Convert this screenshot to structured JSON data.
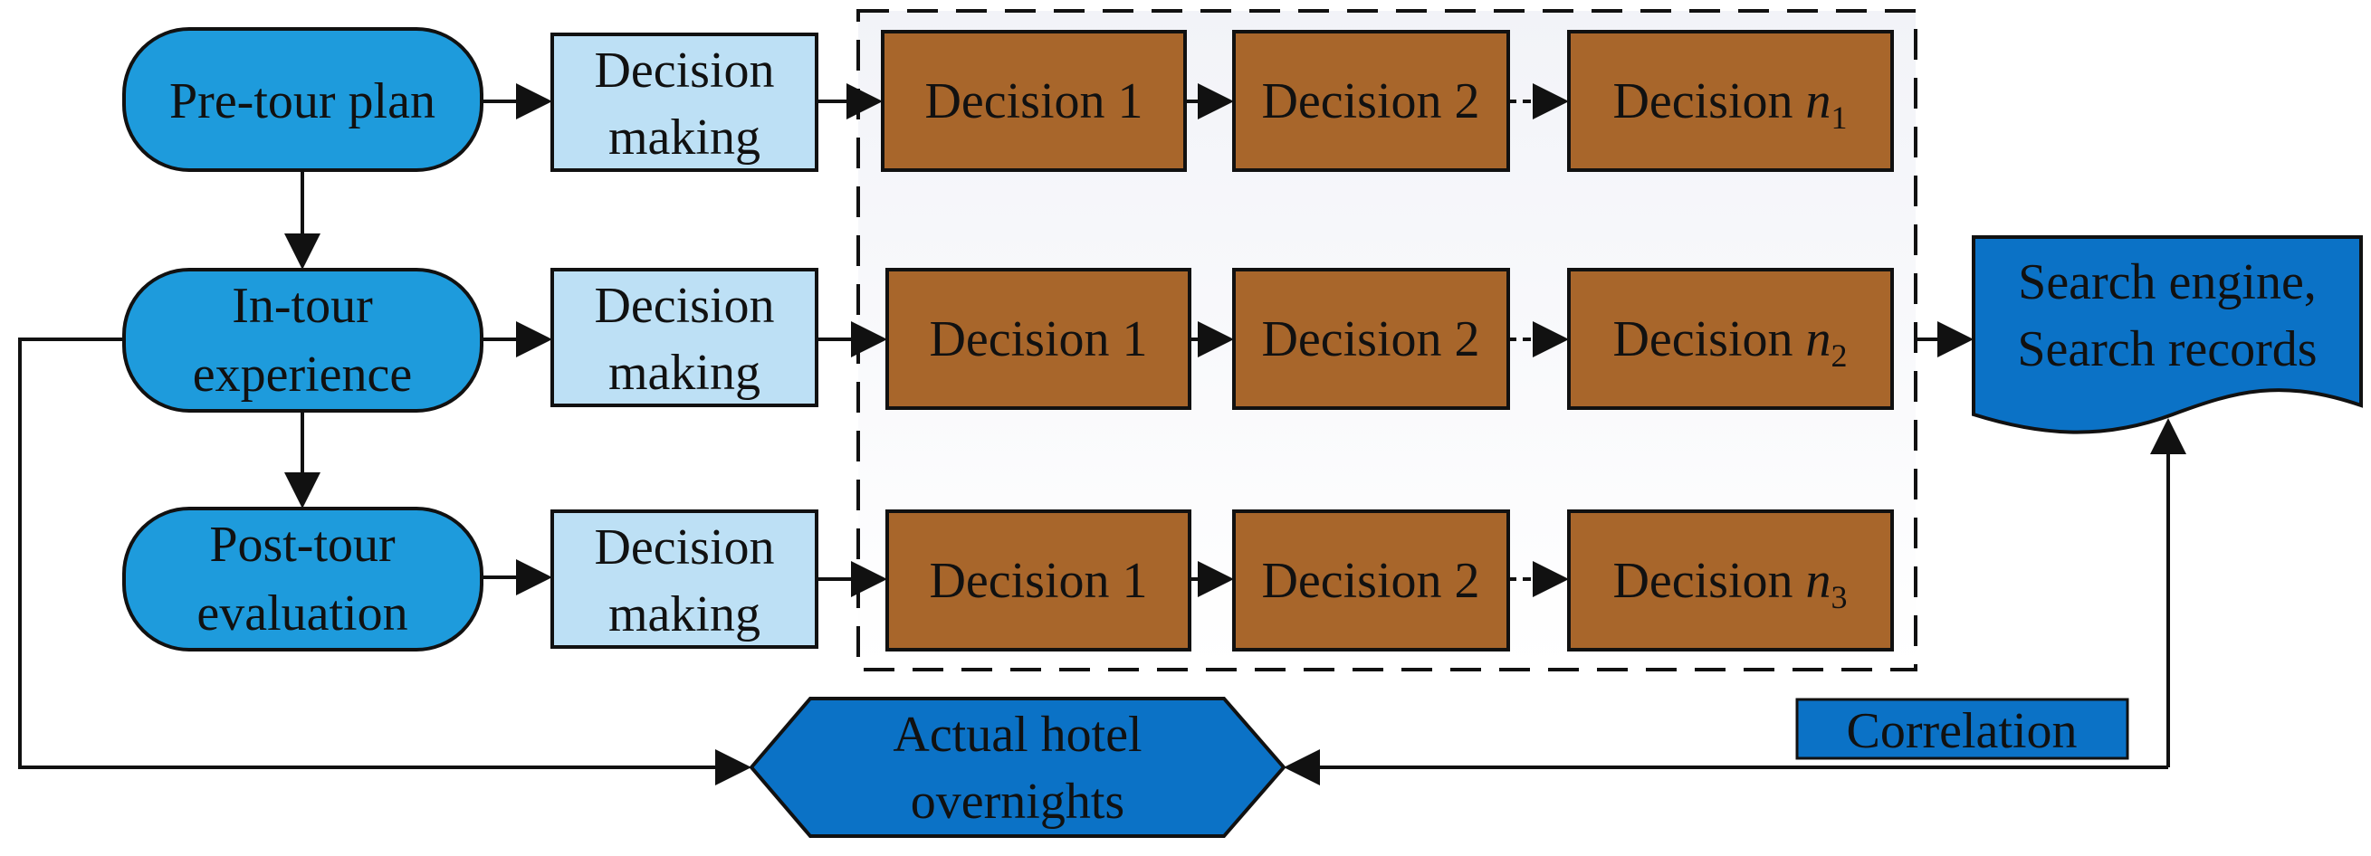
{
  "stages": [
    {
      "line1": "Pre-tour plan",
      "line2": ""
    },
    {
      "line1": "In-tour",
      "line2": "experience"
    },
    {
      "line1": "Post-tour",
      "line2": "evaluation"
    }
  ],
  "decision_making": {
    "line1": "Decision",
    "line2": "making"
  },
  "decisions": {
    "d1": "Decision 1",
    "d2": "Decision 2",
    "dn_prefix": "Decision ",
    "dn_var": "n",
    "dn_subscripts": [
      "1",
      "2",
      "3"
    ]
  },
  "search": {
    "line1": "Search engine,",
    "line2": "Search records"
  },
  "actual": {
    "line1": "Actual hotel",
    "line2": "overnights"
  },
  "correlation": "Correlation",
  "colors": {
    "stage_fill": "#1e9bdc",
    "decision_making_fill": "#bde0f5",
    "decision_fill": "#a8662b",
    "search_fill": "#0b72c6",
    "actual_fill": "#0b72c6",
    "correlation_fill": "#0b72c6",
    "stroke": "#111111"
  }
}
